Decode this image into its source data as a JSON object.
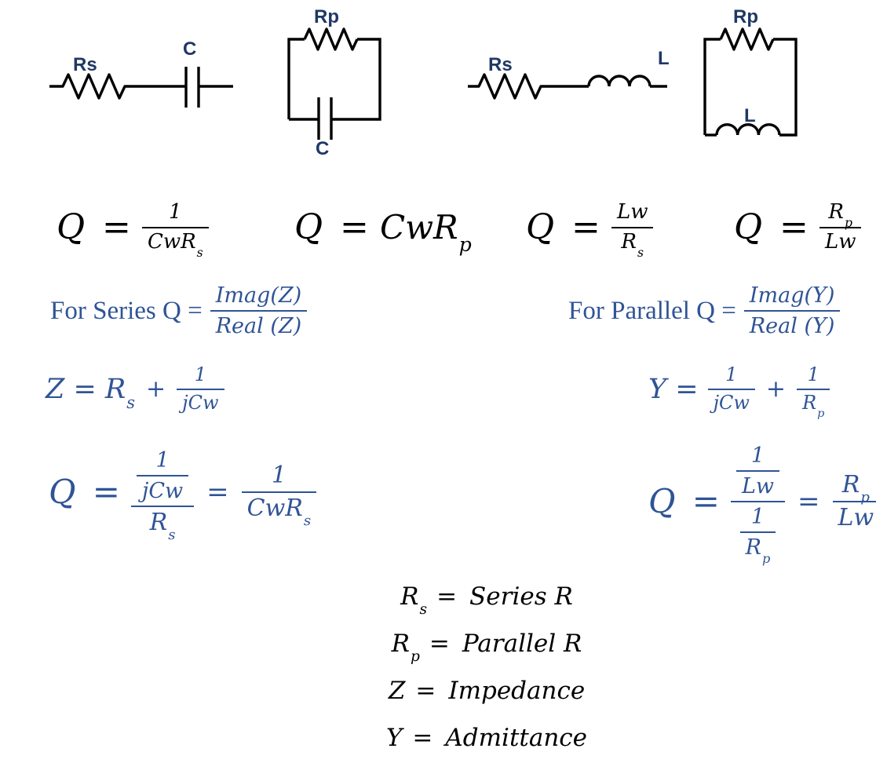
{
  "colors": {
    "formula_blue": "#2F5496",
    "circuit_label_navy": "#1F3864",
    "ink": "#000000",
    "background": "#FFFFFF"
  },
  "circuits": {
    "series_rc": {
      "resistor_label": "Rs",
      "element_label": "C"
    },
    "parallel_rc": {
      "resistor_label": "Rp",
      "element_label": "C"
    },
    "series_rl": {
      "resistor_label": "Rs",
      "element_label": "L"
    },
    "parallel_rl": {
      "resistor_label": "Rp",
      "element_label": "L"
    }
  },
  "q_results": {
    "series_rc": {
      "lhs": "Q =",
      "num": "1",
      "den_base": "CwR",
      "den_sub": "s"
    },
    "parallel_rc": {
      "lhs": "Q =",
      "rhs_base": "CwR",
      "rhs_sub": "p"
    },
    "series_rl": {
      "lhs": "Q =",
      "num": "Lw",
      "den_base": "R",
      "den_sub": "s"
    },
    "parallel_rl": {
      "lhs": "Q =",
      "num_base": "R",
      "num_sub": "p",
      "den": "Lw"
    }
  },
  "series_q_def": {
    "label": "For Series Q =",
    "num": "Imag(Z)",
    "den": "Real (Z)"
  },
  "parallel_q_def": {
    "label": "For Parallel Q =",
    "num": "Imag(Y)",
    "den": "Real (Y)"
  },
  "impedance_eq": {
    "lhs_base": "Z = R",
    "lhs_sub": "s",
    "plus": "+",
    "num": "1",
    "den": "jCw"
  },
  "admittance_eq": {
    "lhs": "Y =",
    "f1_num": "1",
    "f1_den": "jCw",
    "plus": "+",
    "f2_num": "1",
    "f2_den_base": "R",
    "f2_den_sub": "p"
  },
  "series_derivation": {
    "lhs": "Q =",
    "inner_num": "1",
    "inner_den": "jCw",
    "outer_den_base": "R",
    "outer_den_sub": "s",
    "eq2": "=",
    "rhs_num": "1",
    "rhs_den_base": "CwR",
    "rhs_den_sub": "s"
  },
  "parallel_derivation": {
    "lhs": "Q =",
    "num_num": "1",
    "num_den": "Lw",
    "den_num": "1",
    "den_den_base": "R",
    "den_den_sub": "p",
    "eq2": "=",
    "rhs_num_base": "R",
    "rhs_num_sub": "p",
    "rhs_den": "Lw"
  },
  "definitions": [
    {
      "sym_base": "R",
      "sym_sub": "s",
      "eq": "=",
      "meaning": "Series R"
    },
    {
      "sym_base": "R",
      "sym_sub": "p",
      "eq": "=",
      "meaning": "Parallel R"
    },
    {
      "sym_base": "Z",
      "eq": "=",
      "meaning": "Impedance"
    },
    {
      "sym_base": "Y",
      "eq": "=",
      "meaning": "Admittance"
    }
  ]
}
